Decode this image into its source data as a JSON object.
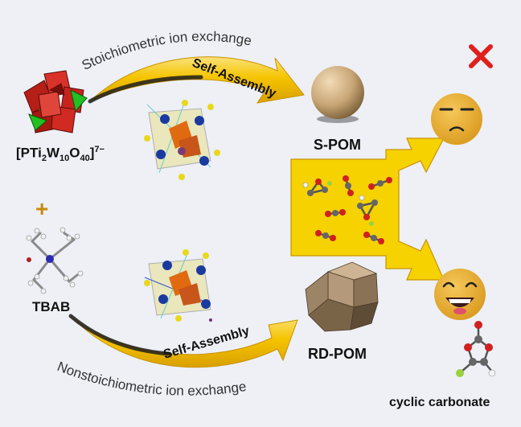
{
  "top_arc_text": "Stoichiometric ion exchange",
  "bottom_arc_text": "Nonstoichiometric ion exchange",
  "top_arrow_label": "Self-Assembly",
  "bottom_arrow_label": "Self-Assembly",
  "anion_formula": {
    "prefix": "[PTi",
    "sub1": "2",
    "w": "W",
    "sub2": "10",
    "o": "O",
    "sub3": "40",
    "close": "]",
    "charge": "7−"
  },
  "plus_sign": "+",
  "tbab_label": "TBAB",
  "s_pom_label": "S-POM",
  "rd_pom_label": "RD-POM",
  "cyclic_carbonate_label": "cyclic carbonate",
  "colors": {
    "background": "#eef0f6",
    "arrow_yellow": "#f5c400",
    "polyhedra_red": "#c8221c",
    "polyhedra_green": "#22c022",
    "sphere": "#c8a575",
    "rhombic": "#9c8467",
    "emoji": "#e8ad2e",
    "cross": "#e0201c"
  }
}
